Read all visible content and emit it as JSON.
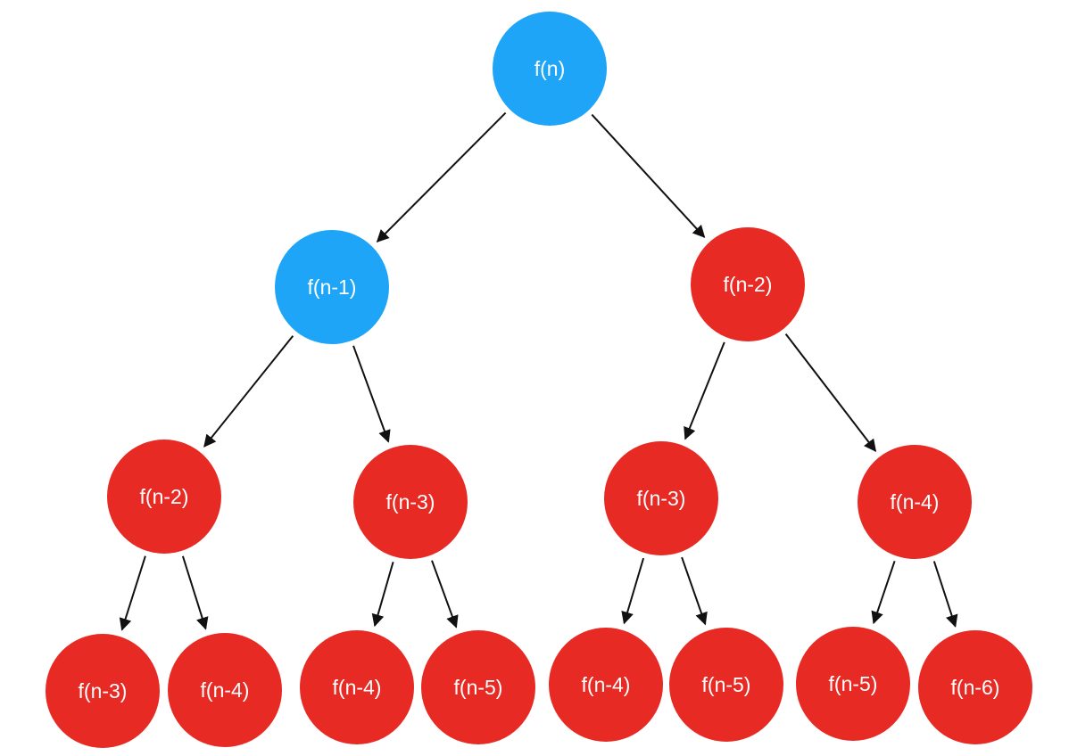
{
  "diagram": {
    "colors": {
      "highlight": "#1ea5f7",
      "normal": "#e82a24",
      "edge": "#111111",
      "label": "#ffffff",
      "background": "#ffffff"
    },
    "nodes": [
      {
        "id": "n",
        "label": "f(n)",
        "status": "highlight"
      },
      {
        "id": "n1",
        "label": "f(n-1)",
        "status": "highlight"
      },
      {
        "id": "n2",
        "label": "f(n-2)",
        "status": "normal"
      },
      {
        "id": "a",
        "label": "f(n-2)",
        "status": "normal"
      },
      {
        "id": "b",
        "label": "f(n-3)",
        "status": "normal"
      },
      {
        "id": "c",
        "label": "f(n-3)",
        "status": "normal"
      },
      {
        "id": "d",
        "label": "f(n-4)",
        "status": "normal"
      },
      {
        "id": "a1",
        "label": "f(n-3)",
        "status": "normal"
      },
      {
        "id": "a2",
        "label": "f(n-4)",
        "status": "normal"
      },
      {
        "id": "b1",
        "label": "f(n-4)",
        "status": "normal"
      },
      {
        "id": "b2",
        "label": "f(n-5)",
        "status": "normal"
      },
      {
        "id": "c1",
        "label": "f(n-4)",
        "status": "normal"
      },
      {
        "id": "c2",
        "label": "f(n-5)",
        "status": "normal"
      },
      {
        "id": "d1",
        "label": "f(n-5)",
        "status": "normal"
      },
      {
        "id": "d2",
        "label": "f(n-6)",
        "status": "normal"
      }
    ],
    "edges": [
      {
        "from": "n",
        "to": "n1"
      },
      {
        "from": "n",
        "to": "n2"
      },
      {
        "from": "n1",
        "to": "a"
      },
      {
        "from": "n1",
        "to": "b"
      },
      {
        "from": "n2",
        "to": "c"
      },
      {
        "from": "n2",
        "to": "d"
      },
      {
        "from": "a",
        "to": "a1"
      },
      {
        "from": "a",
        "to": "a2"
      },
      {
        "from": "b",
        "to": "b1"
      },
      {
        "from": "b",
        "to": "b2"
      },
      {
        "from": "c",
        "to": "c1"
      },
      {
        "from": "c",
        "to": "c2"
      },
      {
        "from": "d",
        "to": "d1"
      },
      {
        "from": "d",
        "to": "d2"
      }
    ]
  }
}
